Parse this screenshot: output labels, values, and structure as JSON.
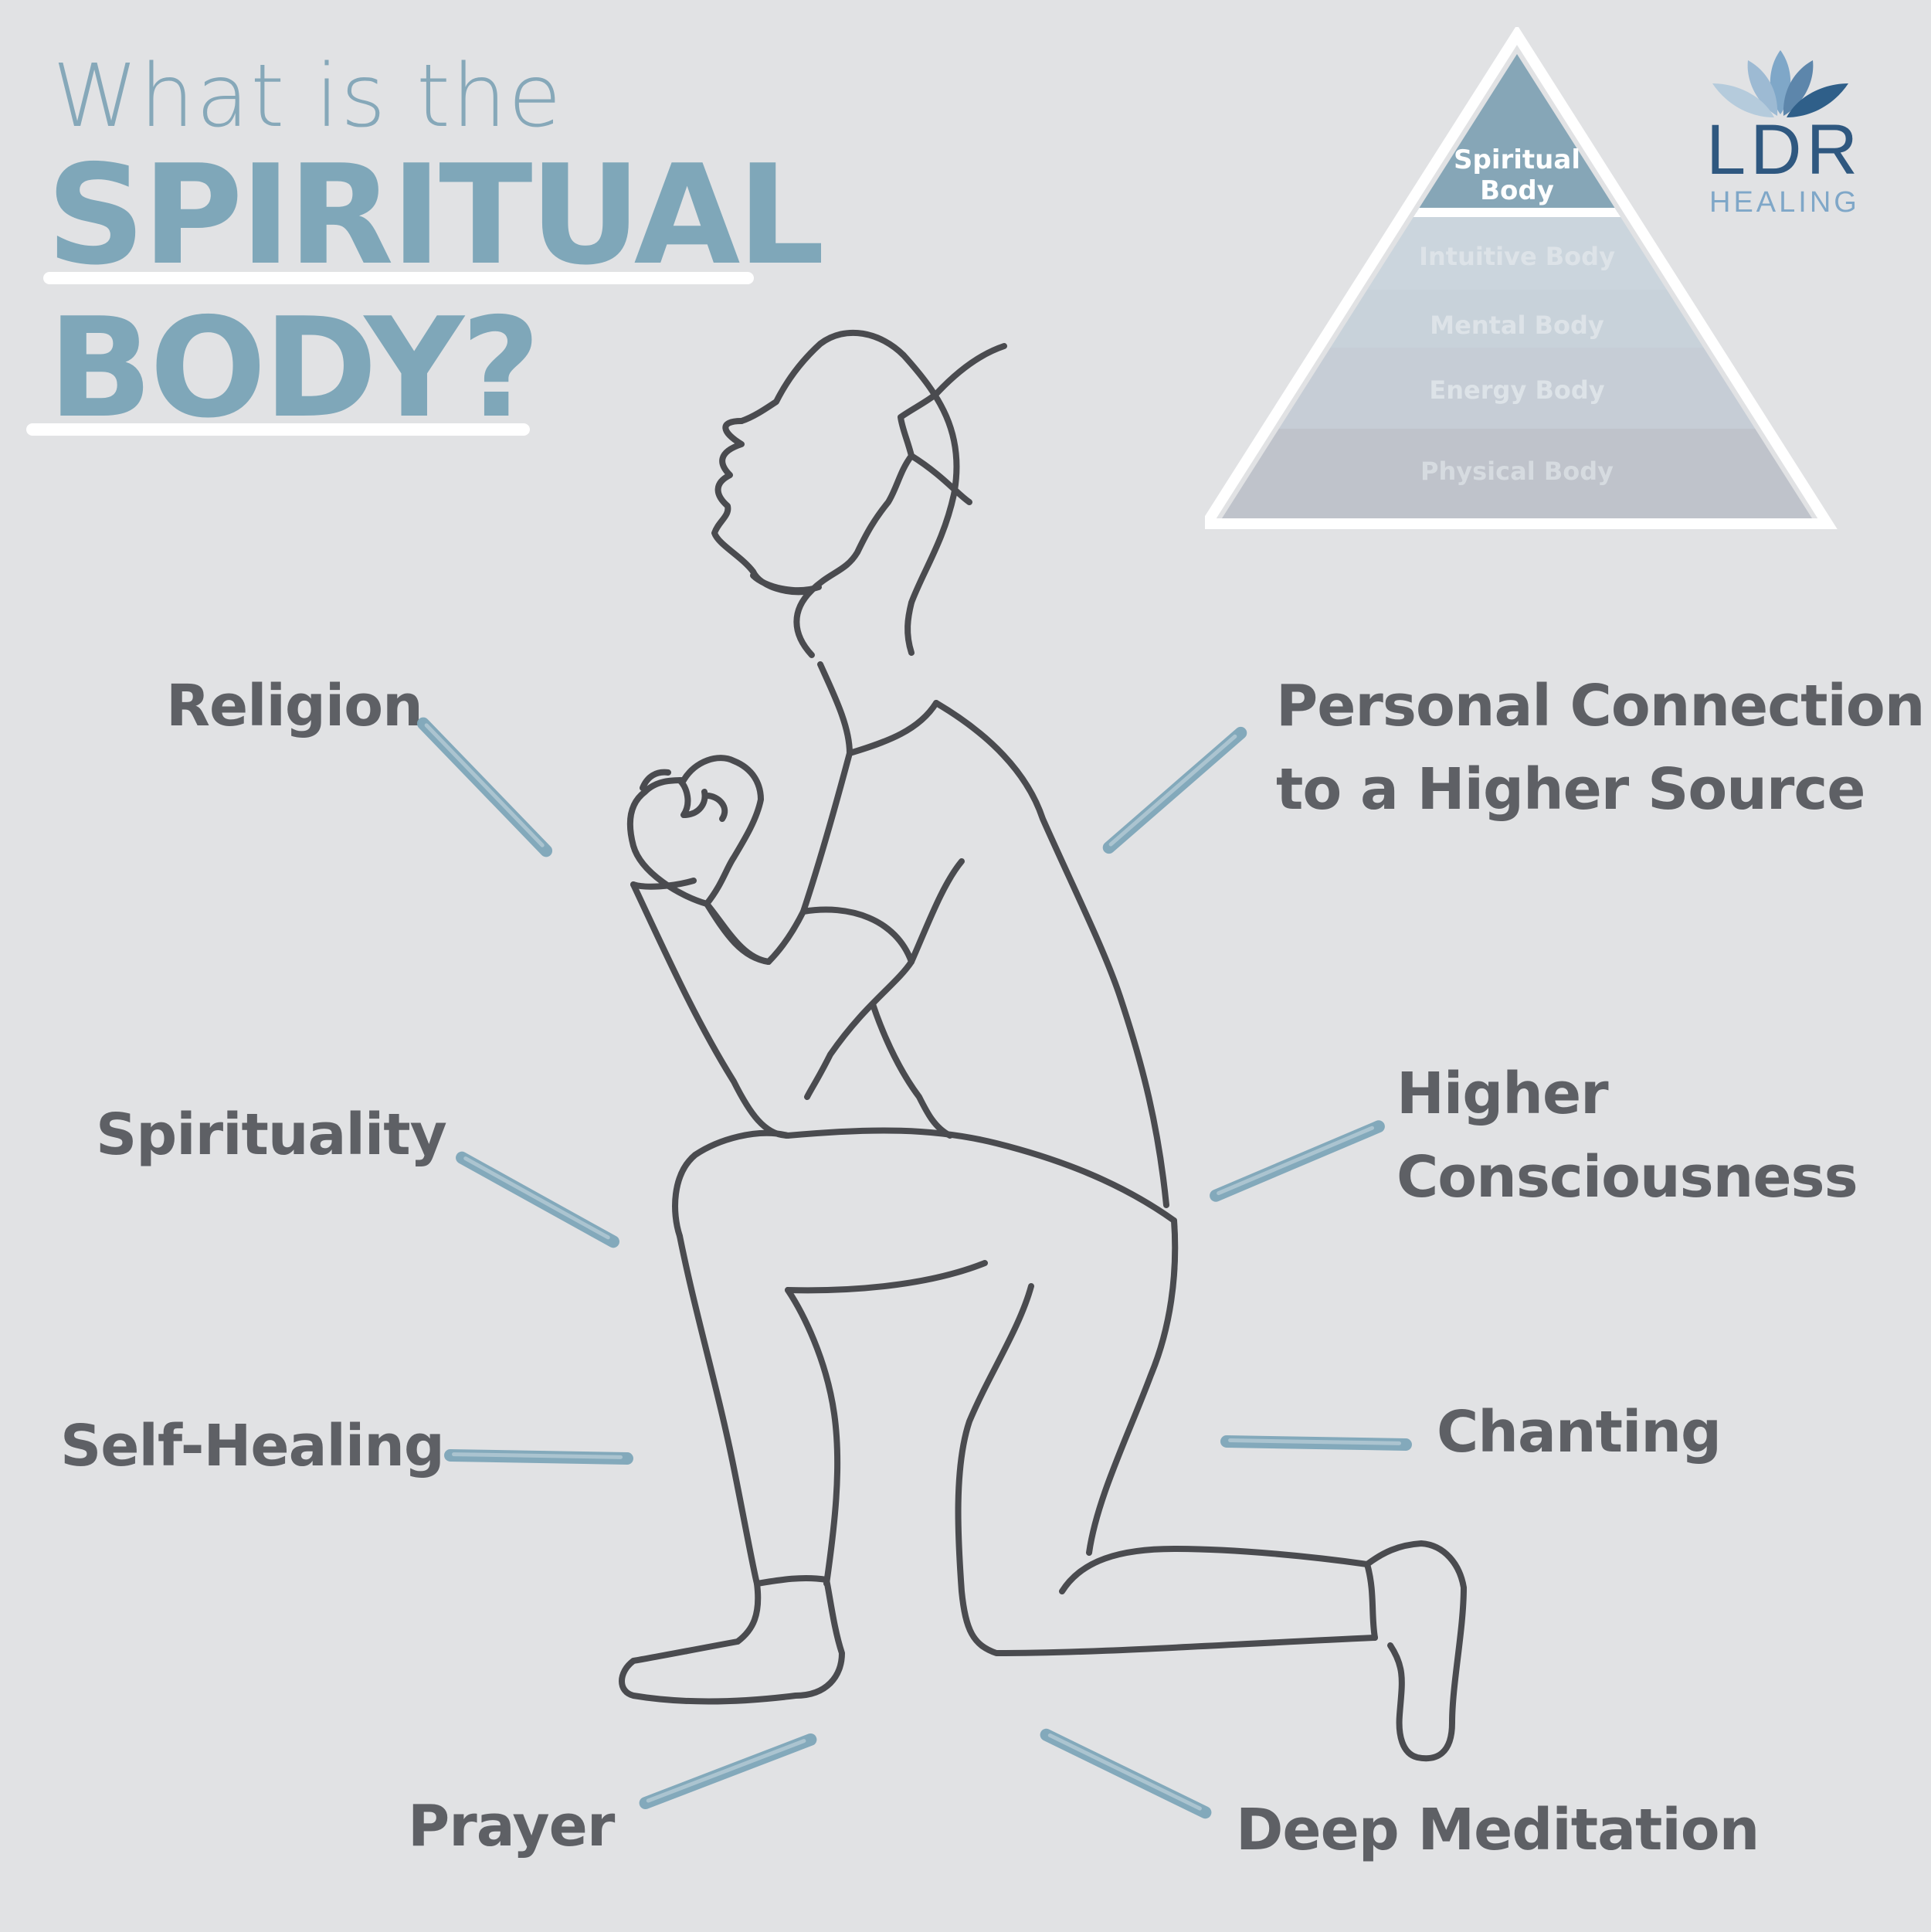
{
  "title": {
    "line1": "What is the",
    "line2": "SPIRITUAL",
    "line3": "BODY?"
  },
  "pyramid": {
    "top_line1": "Spiritual",
    "top_line2": "Body",
    "layers": [
      "Intuitive Body",
      "Mental Body",
      "Energy Body",
      "Physical Body"
    ]
  },
  "logo": {
    "name": "LDR",
    "tagline": "HEALING",
    "icon": "lotus-icon"
  },
  "labels": {
    "religion": "Religion",
    "spirituality": "Spirituality",
    "self_healing": "Self-Healing",
    "prayer": "Prayer",
    "personal_line1": "Personal Connection",
    "personal_line2": "to a Higher Source",
    "higher_line1": "Higher",
    "higher_line2": "Consciousness",
    "chanting": "Chanting",
    "deep_meditation": "Deep Meditation"
  },
  "colors": {
    "background": "#e1e2e4",
    "accent": "#7fa7b9",
    "text": "#5e6065",
    "outline": "#4a4b4f"
  }
}
